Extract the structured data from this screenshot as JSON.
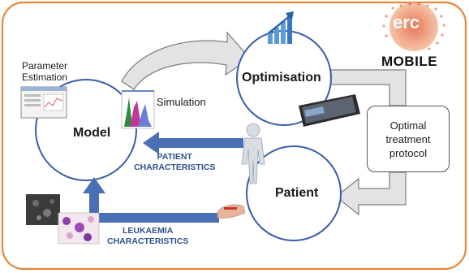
{
  "labels": {
    "parameter_estimation": "Parameter Estimation",
    "simulation": "Simulation",
    "model": "Model",
    "optimisation": "Optimisation",
    "optimal_treatment_protocol": "Optimal treatment protocol",
    "patient": "Patient",
    "patient_characteristics_line1": "PATIENT",
    "patient_characteristics_line2": "CHARACTERISTICS",
    "leukaemia_characteristics_line1": "LEUKAEMIA",
    "leukaemia_characteristics_line2": "CHARACTERISTICS"
  },
  "logo": {
    "erc": "erc",
    "mobile": "MOBILE"
  },
  "colors": {
    "frame": "#e8863a",
    "blue_arrow": "#4a6fb5",
    "grey_arrow": "#d4d4d4",
    "circle": "#3a5da8",
    "erc_dots": "#d9542a",
    "label_blue": "#2e4f8f"
  }
}
